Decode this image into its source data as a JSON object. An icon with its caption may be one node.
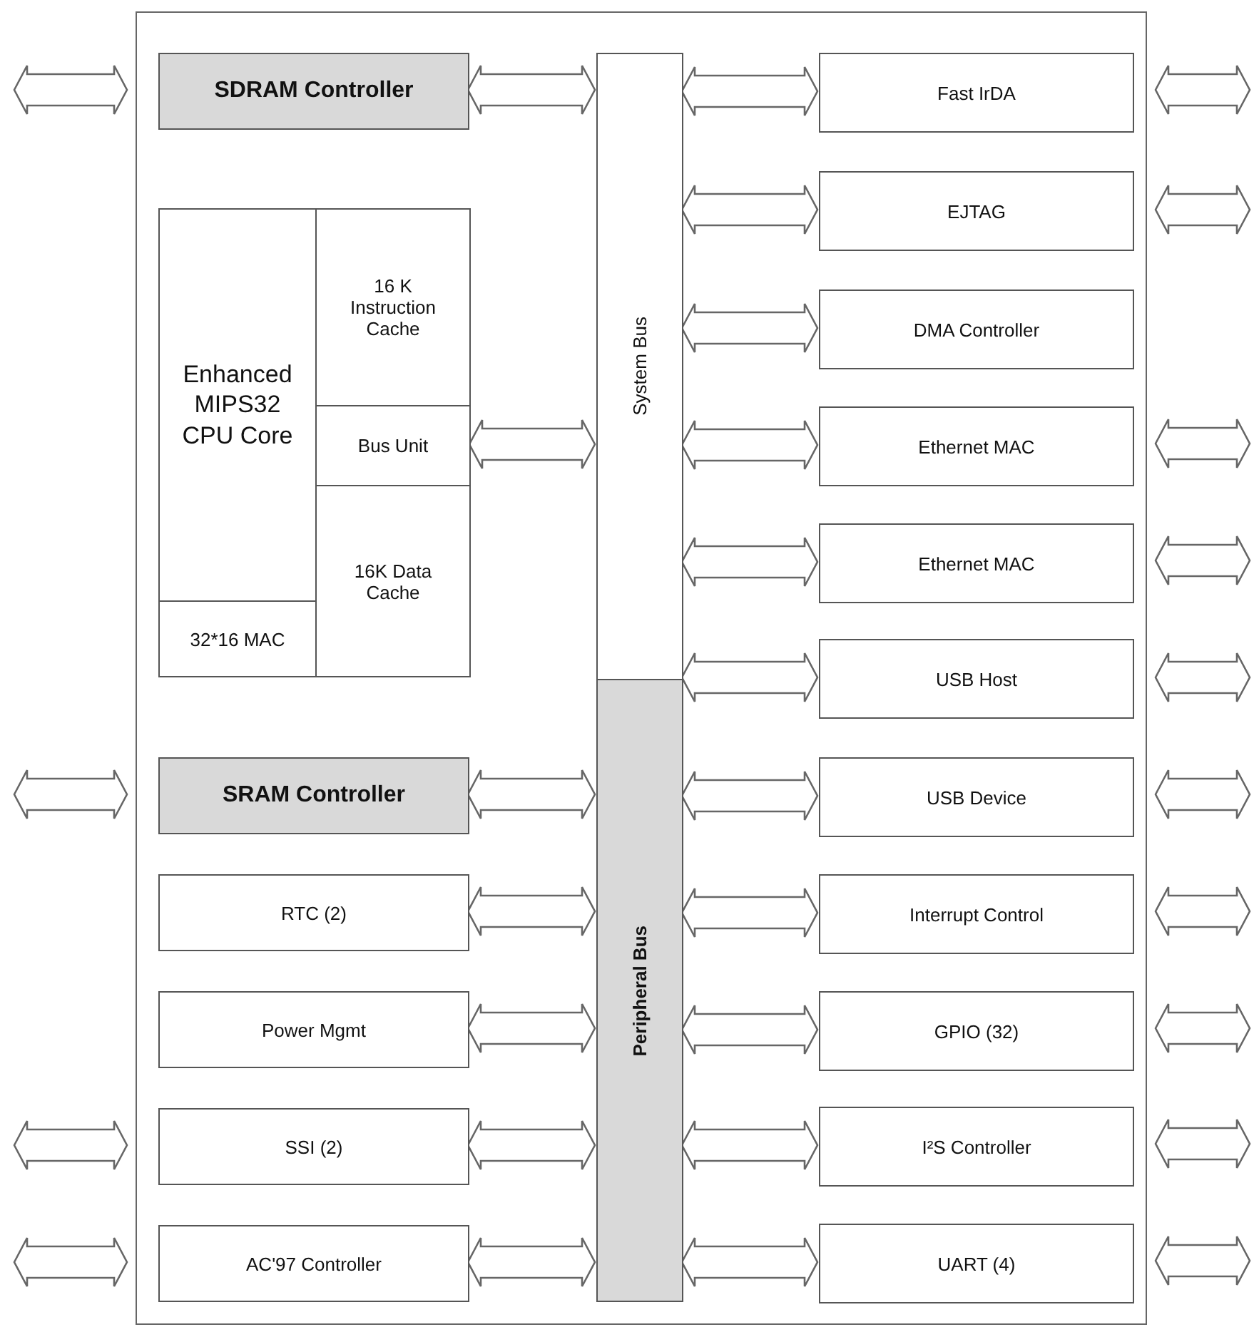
{
  "diagram": {
    "nodes": [
      {
        "text": [],
        "shape": "box"
      },
      {
        "text": [
          "SDRAM Controller"
        ],
        "in": 0
      },
      {
        "text": [
          "Enhanced MIPS32 CPU Core"
        ],
        "in": 0
      },
      {
        "text": [
          "16 K Instruction Cache"
        ],
        "in": 0
      },
      {
        "text": [
          "Bus Unit"
        ],
        "in": 0
      },
      {
        "text": [
          "16K Data Cache"
        ],
        "in": 0
      },
      {
        "text": [
          "32*16 MAC"
        ],
        "in": 0
      },
      {
        "text": [
          "SRAM Controller"
        ],
        "in": 0
      },
      {
        "text": [
          "RTC (2)"
        ],
        "in": 0
      },
      {
        "text": [
          "Power Mgmt"
        ],
        "in": 0
      },
      {
        "text": [
          "SSI (2)"
        ],
        "in": 0
      },
      {
        "text": [
          "AC'97 Controller"
        ],
        "in": 0
      },
      {
        "text": [
          "System Bus"
        ],
        "in": 0
      },
      {
        "text": [
          "Peripheral Bus"
        ],
        "in": 0
      },
      {
        "text": [
          "Fast IrDA"
        ],
        "in": 0
      },
      {
        "text": [
          "EJTAG"
        ],
        "in": 0
      },
      {
        "text": [
          "DMA Controller"
        ],
        "in": 0
      },
      {
        "text": [
          "Ethernet MAC"
        ],
        "in": 0
      },
      {
        "text": [
          "Ethernet MAC"
        ],
        "in": 0
      },
      {
        "text": [
          "USB Host"
        ],
        "in": 0
      },
      {
        "text": [
          "USB Device"
        ],
        "in": 0
      },
      {
        "text": [
          "Interrupt Control"
        ],
        "in": 0
      },
      {
        "text": [
          "GPIO (32)"
        ],
        "in": 0
      },
      {
        "text": [
          "I²S Controller"
        ],
        "in": 0
      },
      {
        "text": [
          "UART (4)"
        ],
        "in": 0
      }
    ],
    "edges": [
      {
        "from": null,
        "to": 0,
        "arrow": "both"
      },
      {
        "from": null,
        "to": 0,
        "arrow": "both"
      },
      {
        "from": null,
        "to": 0,
        "arrow": "both"
      },
      {
        "from": null,
        "to": 0,
        "arrow": "both"
      },
      {
        "from": 1,
        "to": 12,
        "arrow": "both"
      },
      {
        "from": 4,
        "to": 12,
        "arrow": "both"
      },
      {
        "from": 7,
        "to": 13,
        "arrow": "both"
      },
      {
        "from": 8,
        "to": 13,
        "arrow": "both"
      },
      {
        "from": 9,
        "to": 13,
        "arrow": "both"
      },
      {
        "from": 10,
        "to": 13,
        "arrow": "both"
      },
      {
        "from": 11,
        "to": 13,
        "arrow": "both"
      },
      {
        "from": 12,
        "to": 14,
        "arrow": "both"
      },
      {
        "from": 12,
        "to": 15,
        "arrow": "both"
      },
      {
        "from": 12,
        "to": 16,
        "arrow": "both"
      },
      {
        "from": 12,
        "to": 17,
        "arrow": "both"
      },
      {
        "from": 12,
        "to": 18,
        "arrow": "both"
      },
      {
        "from": 12,
        "to": 19,
        "arrow": "both"
      },
      {
        "from": 13,
        "to": 20,
        "arrow": "both"
      },
      {
        "from": 13,
        "to": 21,
        "arrow": "both"
      },
      {
        "from": 13,
        "to": 22,
        "arrow": "both"
      },
      {
        "from": 13,
        "to": 23,
        "arrow": "both"
      },
      {
        "from": 13,
        "to": 24,
        "arrow": "both"
      },
      {
        "from": 0,
        "to": null,
        "arrow": "both"
      },
      {
        "from": 0,
        "to": null,
        "arrow": "both"
      },
      {
        "from": 0,
        "to": null,
        "arrow": "both"
      },
      {
        "from": 0,
        "to": null,
        "arrow": "both"
      },
      {
        "from": 0,
        "to": null,
        "arrow": "both"
      },
      {
        "from": 0,
        "to": null,
        "arrow": "both"
      },
      {
        "from": 0,
        "to": null,
        "arrow": "both"
      },
      {
        "from": 0,
        "to": null,
        "arrow": "both"
      },
      {
        "from": 0,
        "to": null,
        "arrow": "both"
      },
      {
        "from": 0,
        "to": null,
        "arrow": "both"
      }
    ]
  }
}
